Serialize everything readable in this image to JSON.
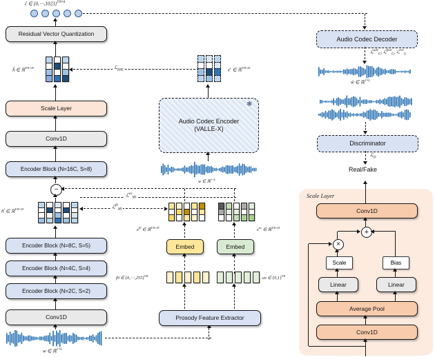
{
  "figure": {
    "boxes": {
      "rvq": "Residual Vector Quantization",
      "scale_layer": "Scale Layer",
      "conv1d": "Conv1D",
      "eb16": "Encoder Block (N=16C, S=8)",
      "eb8": "Encoder Block (N=8C, S=5)",
      "eb4": "Encoder Block (N=4C, S=4)",
      "eb2": "Encoder Block (N=2C, S=2)",
      "codec_encoder": "Audio Codec Encoder",
      "codec_encoder_sub": "(VALLE-X)",
      "pfe": "Prosody Feature Extractor",
      "decoder": "Audio Codec Decoder",
      "discriminator": "Discriminator"
    },
    "middle": {
      "embed_f0": "Embed",
      "embed_uv": "Embed"
    },
    "panel": {
      "title": "Scale Layer",
      "conv1d": "Conv1D",
      "scale": "Scale",
      "bias": "Bias",
      "linear": "Linear",
      "avg_pool": "Average Pool"
    },
    "labels": {
      "c_hat": "ĉ ∈ {0,⋯,1023}^{T/8×8}",
      "h_hat": "ĥ ∈ ℝ^{T/8×D}",
      "hse": "ℒ_{HSE}",
      "e_c": "e^{c} ∈ ℝ^{T/8×D}",
      "mi_uv": "ℒ^{uv}_{MI}",
      "mi_f0": "ℒ^{f0}_{MI}",
      "h_mid": "h^{f} ∈ ℝ^{T/8×D}",
      "e_f0": "e^{f0} ∈ ℝ^{T/8×D}",
      "e_uv": "e^{uv} ∈ ℝ^{T/8×D}",
      "f0_vals": "f0 ∈ {0,⋯,255}^{T/8}",
      "uv_vals": "uv ∈ {0,1}^{T/8}",
      "w": "w ∈ ℝ^{1×L}",
      "w_mid": "w ∈ ℝ^{1×L}",
      "w_hat": "ŵ ∈ ℝ^{1×L}",
      "gen_losses": "ℒ^{adv}_{G}, ℒ^{feat}_{G}, ℒ^{rec}_{G}",
      "l_d": "ℒ_{D}",
      "real_fake": "Real/Fake"
    },
    "ops": {
      "minus": "−",
      "plus": "+",
      "times": "×",
      "snowflake": "❄"
    },
    "tokens": {
      "h_hat": [
        [
          "#bdd7ee",
          "#ffffff",
          "#9dc3e6",
          "#8faadc"
        ],
        [
          "#ffffff",
          "#1f4e79",
          "#ffffff",
          "#2e75b6"
        ],
        [
          "#bdd7ee",
          "#ffffff",
          "#9dc3e6",
          "#1f4e79"
        ]
      ],
      "e_c": [
        [
          "#bdd7ee",
          "#ffffff",
          "#9dc3e6",
          "#bdd7ee"
        ],
        [
          "#dae6f3",
          "#ffffff",
          "#1f4e79",
          "#9dc3e6"
        ],
        [
          "#bdd7ee",
          "#dae6f3",
          "#2e75b6",
          "#bdd7ee"
        ]
      ],
      "h_mid": [
        [
          "#bdd7ee",
          "#ffffff",
          "#ffffff",
          "#9dc3e6"
        ],
        [
          "#ffffff",
          "#1f4e79",
          "#ffffff",
          "#bdd7ee"
        ],
        [
          "#dae6f3",
          "#ffffff",
          "#9dc3e6",
          "#2e75b6"
        ],
        [
          "#ffffff",
          "#1f4e79",
          "#ffffff",
          "#9dc3e6"
        ],
        [
          "#bdd7ee",
          "#ffffff",
          "#dae6f3",
          "#bdd7ee"
        ]
      ],
      "e_f0": [
        [
          "#ffe699",
          "#ffffff",
          "#ffd966"
        ],
        [
          "#fff2cc",
          "#ffd966",
          "#ffffff"
        ],
        [
          "#ffffff",
          "#bf8f00",
          "#ffe699"
        ],
        [
          "#ffe699",
          "#ffffff",
          "#fff2cc"
        ],
        [
          "#bf8f00",
          "#ffe699",
          "#ffffff"
        ]
      ],
      "e_uv": [
        [
          "#595959",
          "#aeaaaa",
          "#ffffff"
        ],
        [
          "#c6e0b4",
          "#e2efda",
          "#ffffff"
        ],
        [
          "#ffffff",
          "#e2efda",
          "#c6e0b4"
        ],
        [
          "#aeaaaa",
          "#ffffff",
          "#a9d08e"
        ],
        [
          "#e2efda",
          "#ffffff",
          "#a9d08e"
        ]
      ],
      "f0_vals": [
        [
          "#fff2cc"
        ],
        [
          "#ffe699"
        ],
        [
          "#fff2cc"
        ],
        [
          "#ffe699"
        ],
        [
          "#fff2cc"
        ]
      ],
      "uv_vals": [
        [
          "#e2efda"
        ],
        [
          "#e2efda"
        ],
        [
          "#e2efda"
        ],
        [
          "#e2efda"
        ],
        [
          "#e2efda"
        ]
      ]
    },
    "palette": {
      "waveform": "#2d74b5",
      "box_peach": "#fce4d6",
      "panel_peach": "#f8cbad",
      "panel_bg": "#fdebe0",
      "box_gray": "#e9e9e9",
      "box_blue": "#d9e2f3",
      "dot_blue": "#b9d2ea"
    }
  }
}
